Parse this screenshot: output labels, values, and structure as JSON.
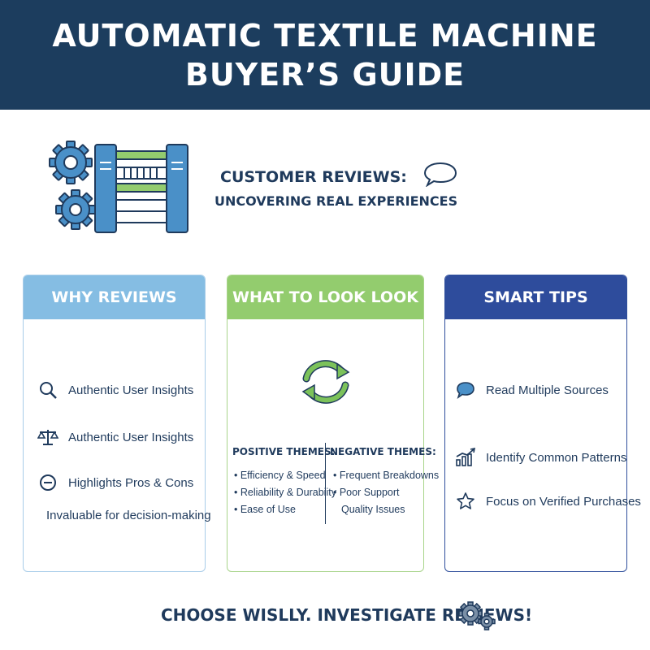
{
  "header": {
    "title_line1": "AUTOMATIC TEXTILE MACHINE",
    "title_line2": "BUYER’S GUIDE"
  },
  "intro": {
    "heading": "CUSTOMER REVIEWS:",
    "subheading": "UNCOVERING REAL EXPERIENCES",
    "illustration_icon": "textile-machine-with-gears",
    "speech_icon": "speech-bubble"
  },
  "cards": {
    "why_reviews": {
      "title": "WHY REVIEWS",
      "items": [
        {
          "label": "Authentic User Insights",
          "icon": "magnifier"
        },
        {
          "label": "Authentic User Insights",
          "icon": "scales"
        },
        {
          "label": "Highlights Pros & Cons",
          "icon": "minus-circle"
        }
      ],
      "note": "Invaluable for decision-making"
    },
    "what_to_look": {
      "title": "WHAT TO LOOK LOOK",
      "center_icon": "cycle-arrows",
      "positive": {
        "heading": "POSITIVE THEMES:",
        "items": [
          "• Efficiency & Speed",
          "• Reliability & Durabiity",
          "• Ease of Use"
        ]
      },
      "negative": {
        "heading": "NEGATIVE THEMES:",
        "items": [
          "• Frequent Breakdowns",
          "• Poor Support",
          "Quality Issues"
        ]
      }
    },
    "smart_tips": {
      "title": "SMART TIPS",
      "items": [
        {
          "label": "Read Multiple Sources",
          "icon": "chat-bubble"
        },
        {
          "label": "Identify Common Patterns",
          "icon": "bar-chart"
        },
        {
          "label": "Focus on Verified Purchases",
          "icon": "star"
        }
      ]
    }
  },
  "footer": {
    "text": "CHOOSE WISLLY. INVESTIGATE REVIEWS!",
    "icon": "gears"
  },
  "colors": {
    "header_bg": "#1c3d5e",
    "card1_head": "#85bde3",
    "card2_head": "#93cc6e",
    "card3_head": "#2e4c9c",
    "text": "#1f3a5c",
    "icon_blue": "#4a90c8",
    "icon_green": "#7cc25a"
  }
}
